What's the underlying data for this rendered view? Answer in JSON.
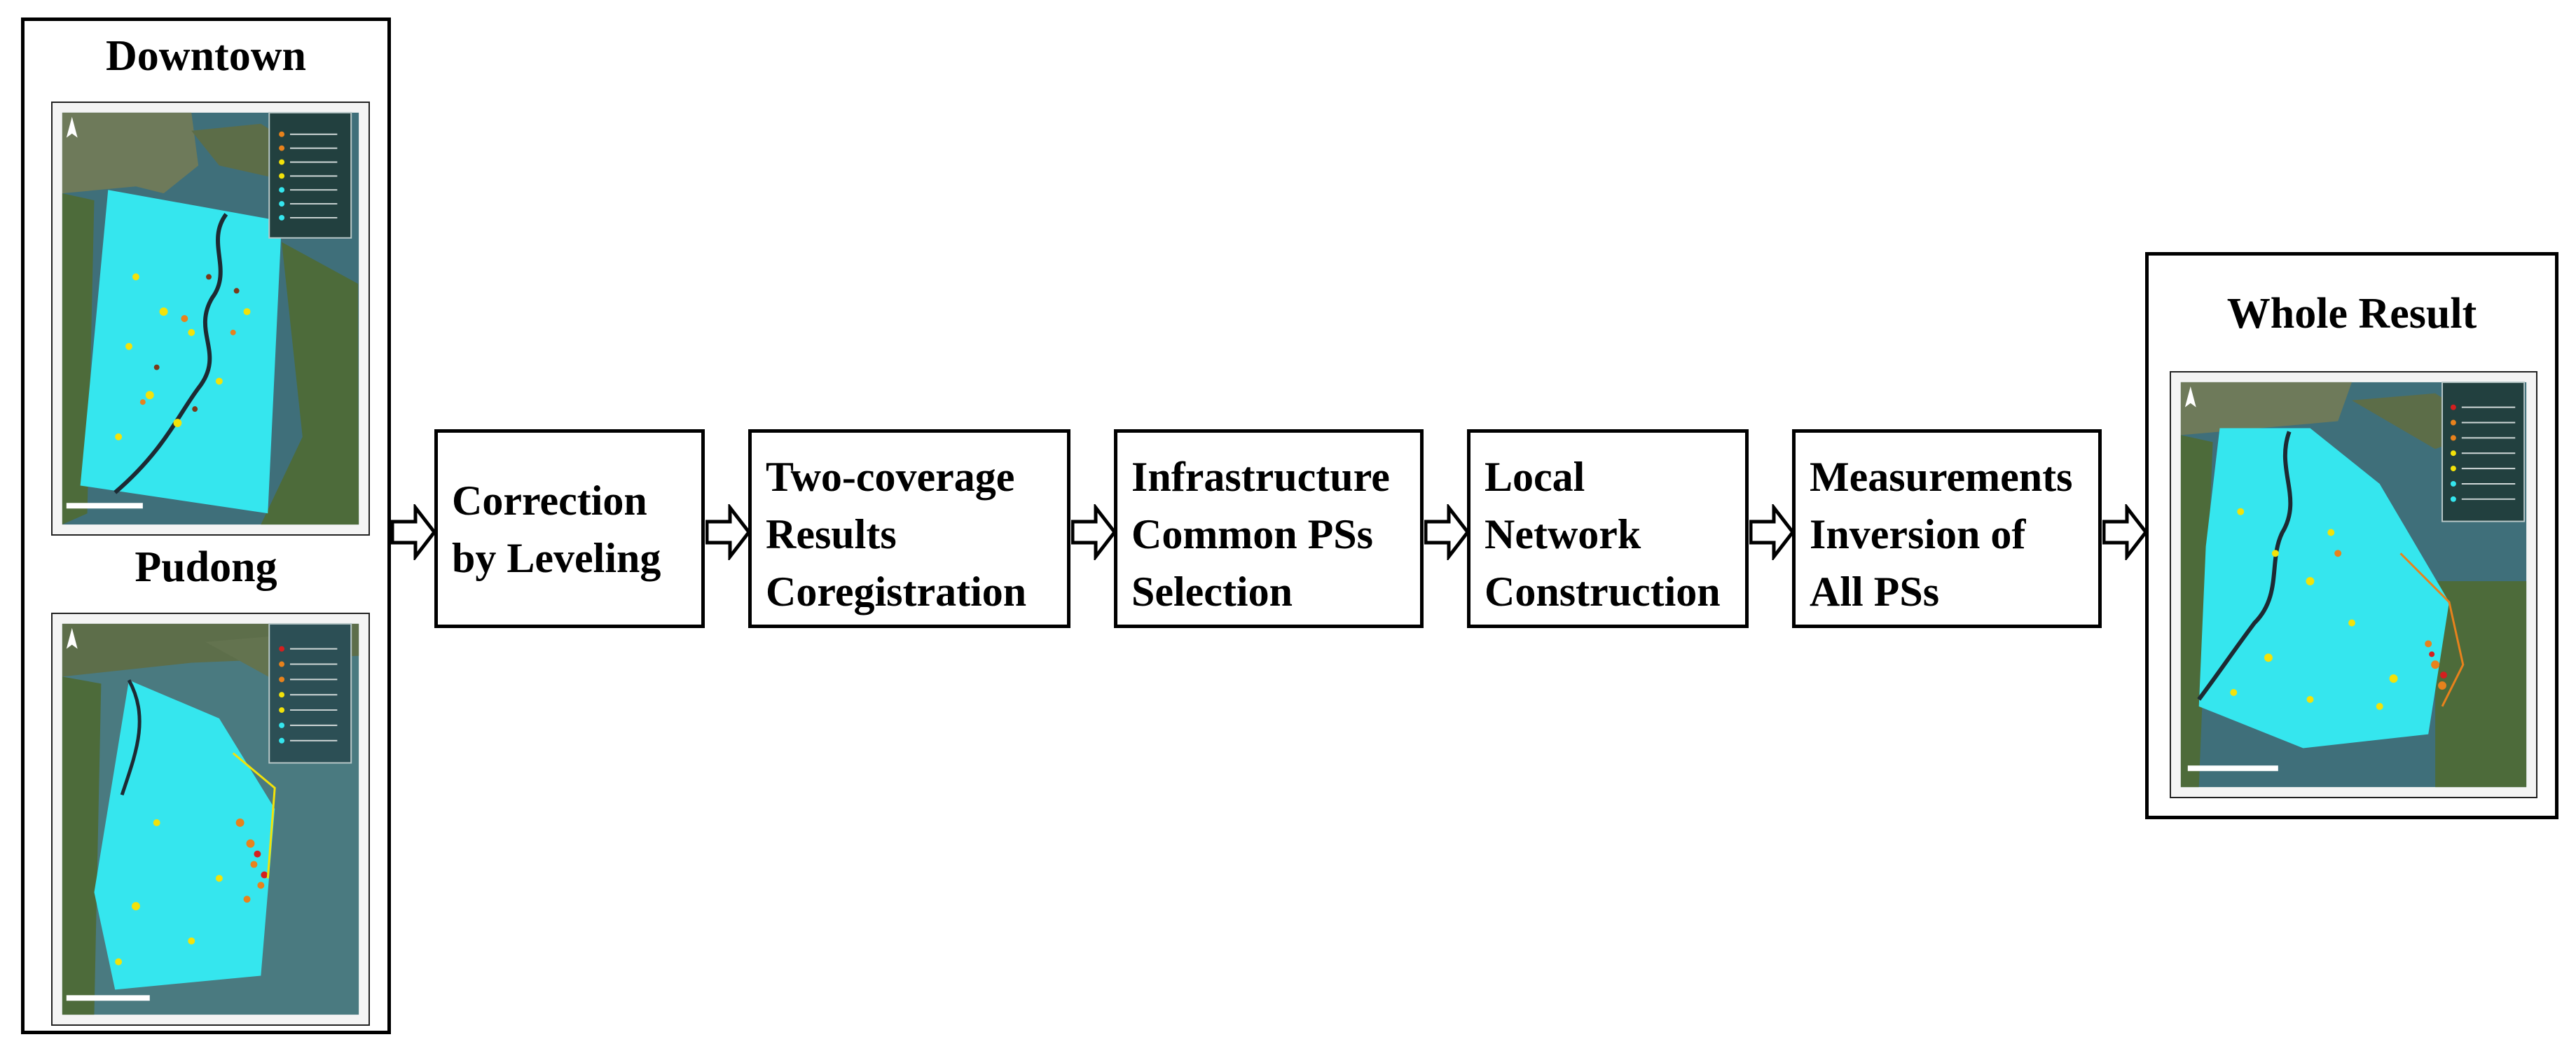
{
  "left_panel": {
    "downtown_title": "Downtown",
    "pudong_title": "Pudong"
  },
  "steps": [
    {
      "lines": [
        "Correction",
        "by Leveling"
      ]
    },
    {
      "lines": [
        "Two-coverage",
        "Results",
        "Coregistration"
      ]
    },
    {
      "lines": [
        "Infrastructure",
        "Common PSs",
        "Selection"
      ]
    },
    {
      "lines": [
        "Local",
        "Network",
        "Construction"
      ]
    },
    {
      "lines": [
        "Measurements",
        "Inversion of",
        "All PSs"
      ]
    }
  ],
  "right_panel": {
    "title": "Whole Result"
  },
  "colors": {
    "ps_cyan": "#35e6ee",
    "ps_yellow": "#f2e20a",
    "ps_orange": "#e8821c",
    "ps_red": "#d41f1f",
    "water": "#3f6f7a",
    "land": "#4d6b3a",
    "river": "#1d2a33"
  }
}
